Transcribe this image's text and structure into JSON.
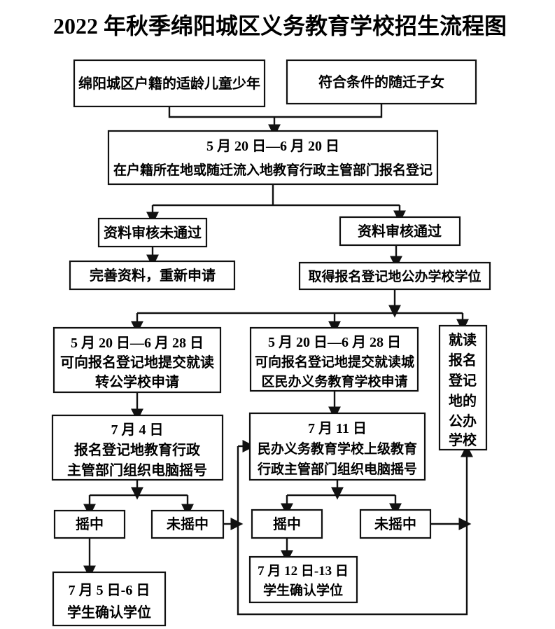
{
  "title": "2022 年秋季绵阳城区义务教育学校招生流程图",
  "colors": {
    "background": "#ffffff",
    "line": "#111111",
    "box_fill": "#ffffff",
    "text": "#000000"
  },
  "nodes": {
    "eligible_children": {
      "label": "绵阳城区户籍的适龄儿童少年"
    },
    "migrant_children": {
      "label": "符合条件的随迁子女"
    },
    "registration": {
      "line1": "5 月 20 日—6 月 20 日",
      "line2": "在户籍所在地或随迁流入地教育行政主管部门报名登记"
    },
    "review_failed": {
      "label": "资料审核未通过"
    },
    "review_passed": {
      "label": "资料审核通过"
    },
    "resubmit": {
      "label": "完善资料，重新申请"
    },
    "obtain_public_seat": {
      "label": "取得报名登记地公办学校学位"
    },
    "apply_transfer_public": {
      "line1": "5 月 20 日—6 月 28 日",
      "line2": "可向报名登记地提交就读",
      "line3": "转公学校申请"
    },
    "apply_private": {
      "line1": "5 月 20 日—6 月 28 日",
      "line2": "可向报名登记地提交就读城",
      "line3": "区民办义务教育学校申请"
    },
    "attend_registered_public": {
      "line1": "就读",
      "line2": "报名",
      "line3": "登记",
      "line4": "地的",
      "line5": "公办",
      "line6": "学校"
    },
    "public_lottery": {
      "line1": "7 月 4 日",
      "line2": "报名登记地教育行政",
      "line3": "主管部门组织电脑摇号"
    },
    "private_lottery": {
      "line1": "7 月 11 日",
      "line2": "民办义务教育学校上级教育",
      "line3": "行政主管部门组织电脑摇号"
    },
    "public_won": {
      "label": "摇中"
    },
    "public_lost": {
      "label": "未摇中"
    },
    "private_won": {
      "label": "摇中"
    },
    "private_lost": {
      "label": "未摇中"
    },
    "public_confirm": {
      "line1": "7 月 5 日-6 日",
      "line2": "学生确认学位"
    },
    "private_confirm": {
      "line1": "7 月 12 日-13 日",
      "line2": "学生确认学位"
    }
  },
  "edges": [
    {
      "from": "eligible_children",
      "to": "registration"
    },
    {
      "from": "migrant_children",
      "to": "registration"
    },
    {
      "from": "registration",
      "to": "review_failed"
    },
    {
      "from": "registration",
      "to": "review_passed"
    },
    {
      "from": "review_failed",
      "to": "resubmit"
    },
    {
      "from": "review_passed",
      "to": "obtain_public_seat"
    },
    {
      "from": "obtain_public_seat",
      "to": "apply_transfer_public"
    },
    {
      "from": "obtain_public_seat",
      "to": "apply_private"
    },
    {
      "from": "obtain_public_seat",
      "to": "attend_registered_public"
    },
    {
      "from": "apply_transfer_public",
      "to": "public_lottery"
    },
    {
      "from": "apply_private",
      "to": "private_lottery"
    },
    {
      "from": "public_lottery",
      "to": "public_won"
    },
    {
      "from": "public_lottery",
      "to": "public_lost"
    },
    {
      "from": "private_lottery",
      "to": "private_won"
    },
    {
      "from": "private_lottery",
      "to": "private_lost"
    },
    {
      "from": "public_won",
      "to": "public_confirm"
    },
    {
      "from": "public_lost",
      "to": "private_lottery"
    },
    {
      "from": "private_won",
      "to": "private_confirm"
    },
    {
      "from": "private_lost",
      "to": "attend_registered_public"
    }
  ]
}
